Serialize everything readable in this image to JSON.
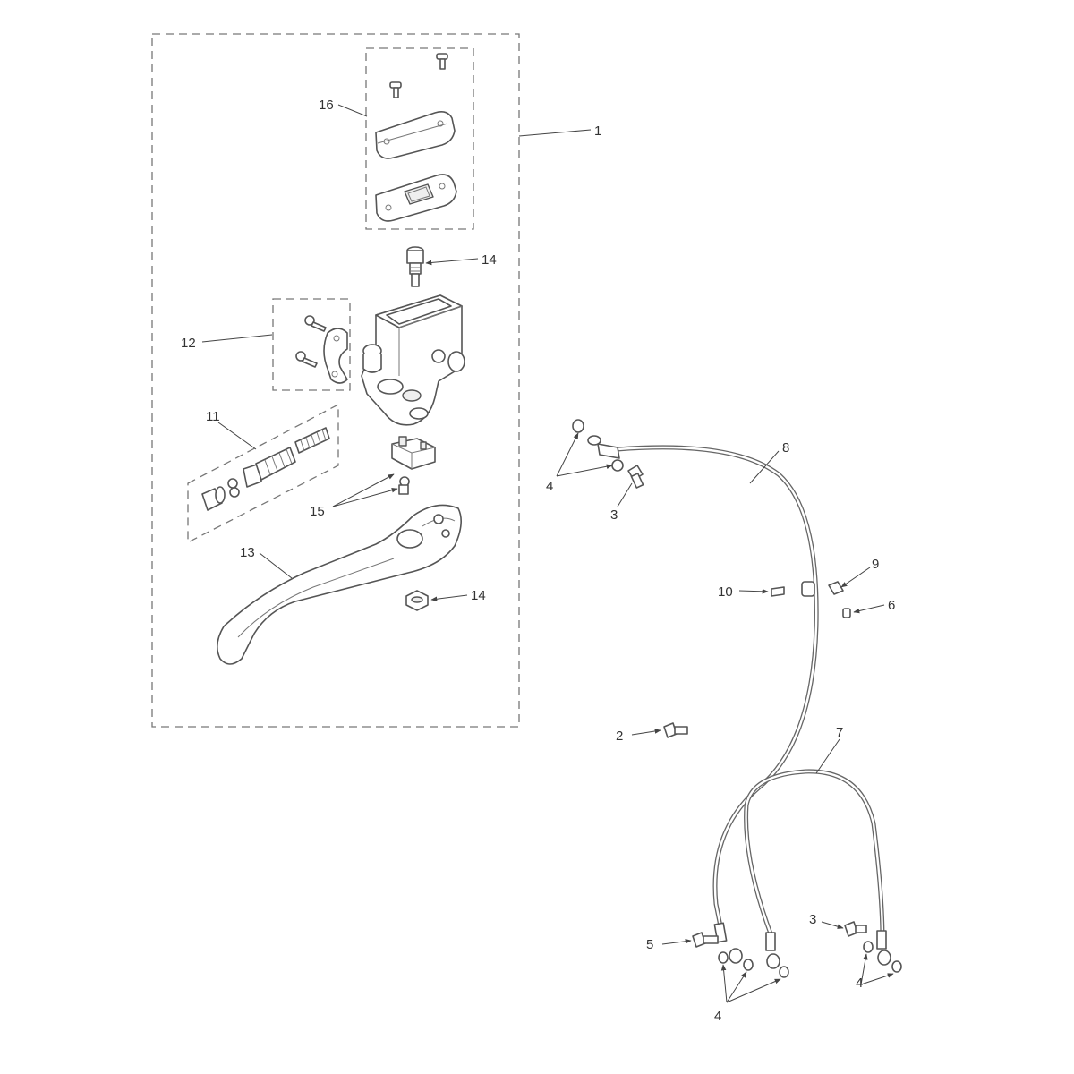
{
  "callouts": {
    "c1": "1",
    "c2": "2",
    "c3a": "3",
    "c3b": "3",
    "c4a": "4",
    "c4b": "4",
    "c4c": "4",
    "c5": "5",
    "c6": "6",
    "c7": "7",
    "c8": "8",
    "c9": "9",
    "c10": "10",
    "c11": "11",
    "c12": "12",
    "c13": "13",
    "c14a": "14",
    "c14b": "14",
    "c15": "15",
    "c16": "16"
  }
}
